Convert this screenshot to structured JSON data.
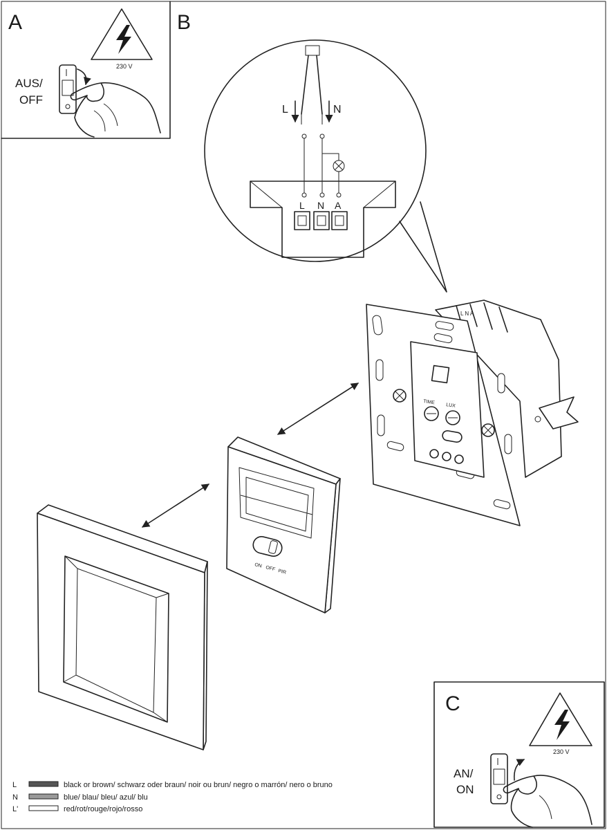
{
  "panels": {
    "a": {
      "letter": "A",
      "voltage": "230 V",
      "switch_line1": "AUS/",
      "switch_line2": "OFF"
    },
    "b": {
      "letter": "B",
      "wire_l": "L",
      "wire_n": "N",
      "term_l": "L",
      "term_n": "N",
      "term_a": "A",
      "insert_time": "TIME",
      "insert_lux": "LUX",
      "insert_terms": "L N A",
      "mode_on": "ON",
      "mode_off": "OFF",
      "mode_pir": "PIR"
    },
    "c": {
      "letter": "C",
      "voltage": "230 V",
      "switch_line1": "AN/",
      "switch_line2": "ON"
    }
  },
  "legend": [
    {
      "code": "L",
      "swatch": "#555555",
      "text": "black or brown/ schwarz oder braun/ noir ou brun/ negro o marrón/ nero o bruno"
    },
    {
      "code": "N",
      "swatch": "#9a9a9a",
      "text": "blue/ blau/ bleu/ azul/ blu"
    },
    {
      "code": "L'",
      "swatch": "#ffffff",
      "text": "red/rot/rouge/rojo/rosso"
    }
  ]
}
